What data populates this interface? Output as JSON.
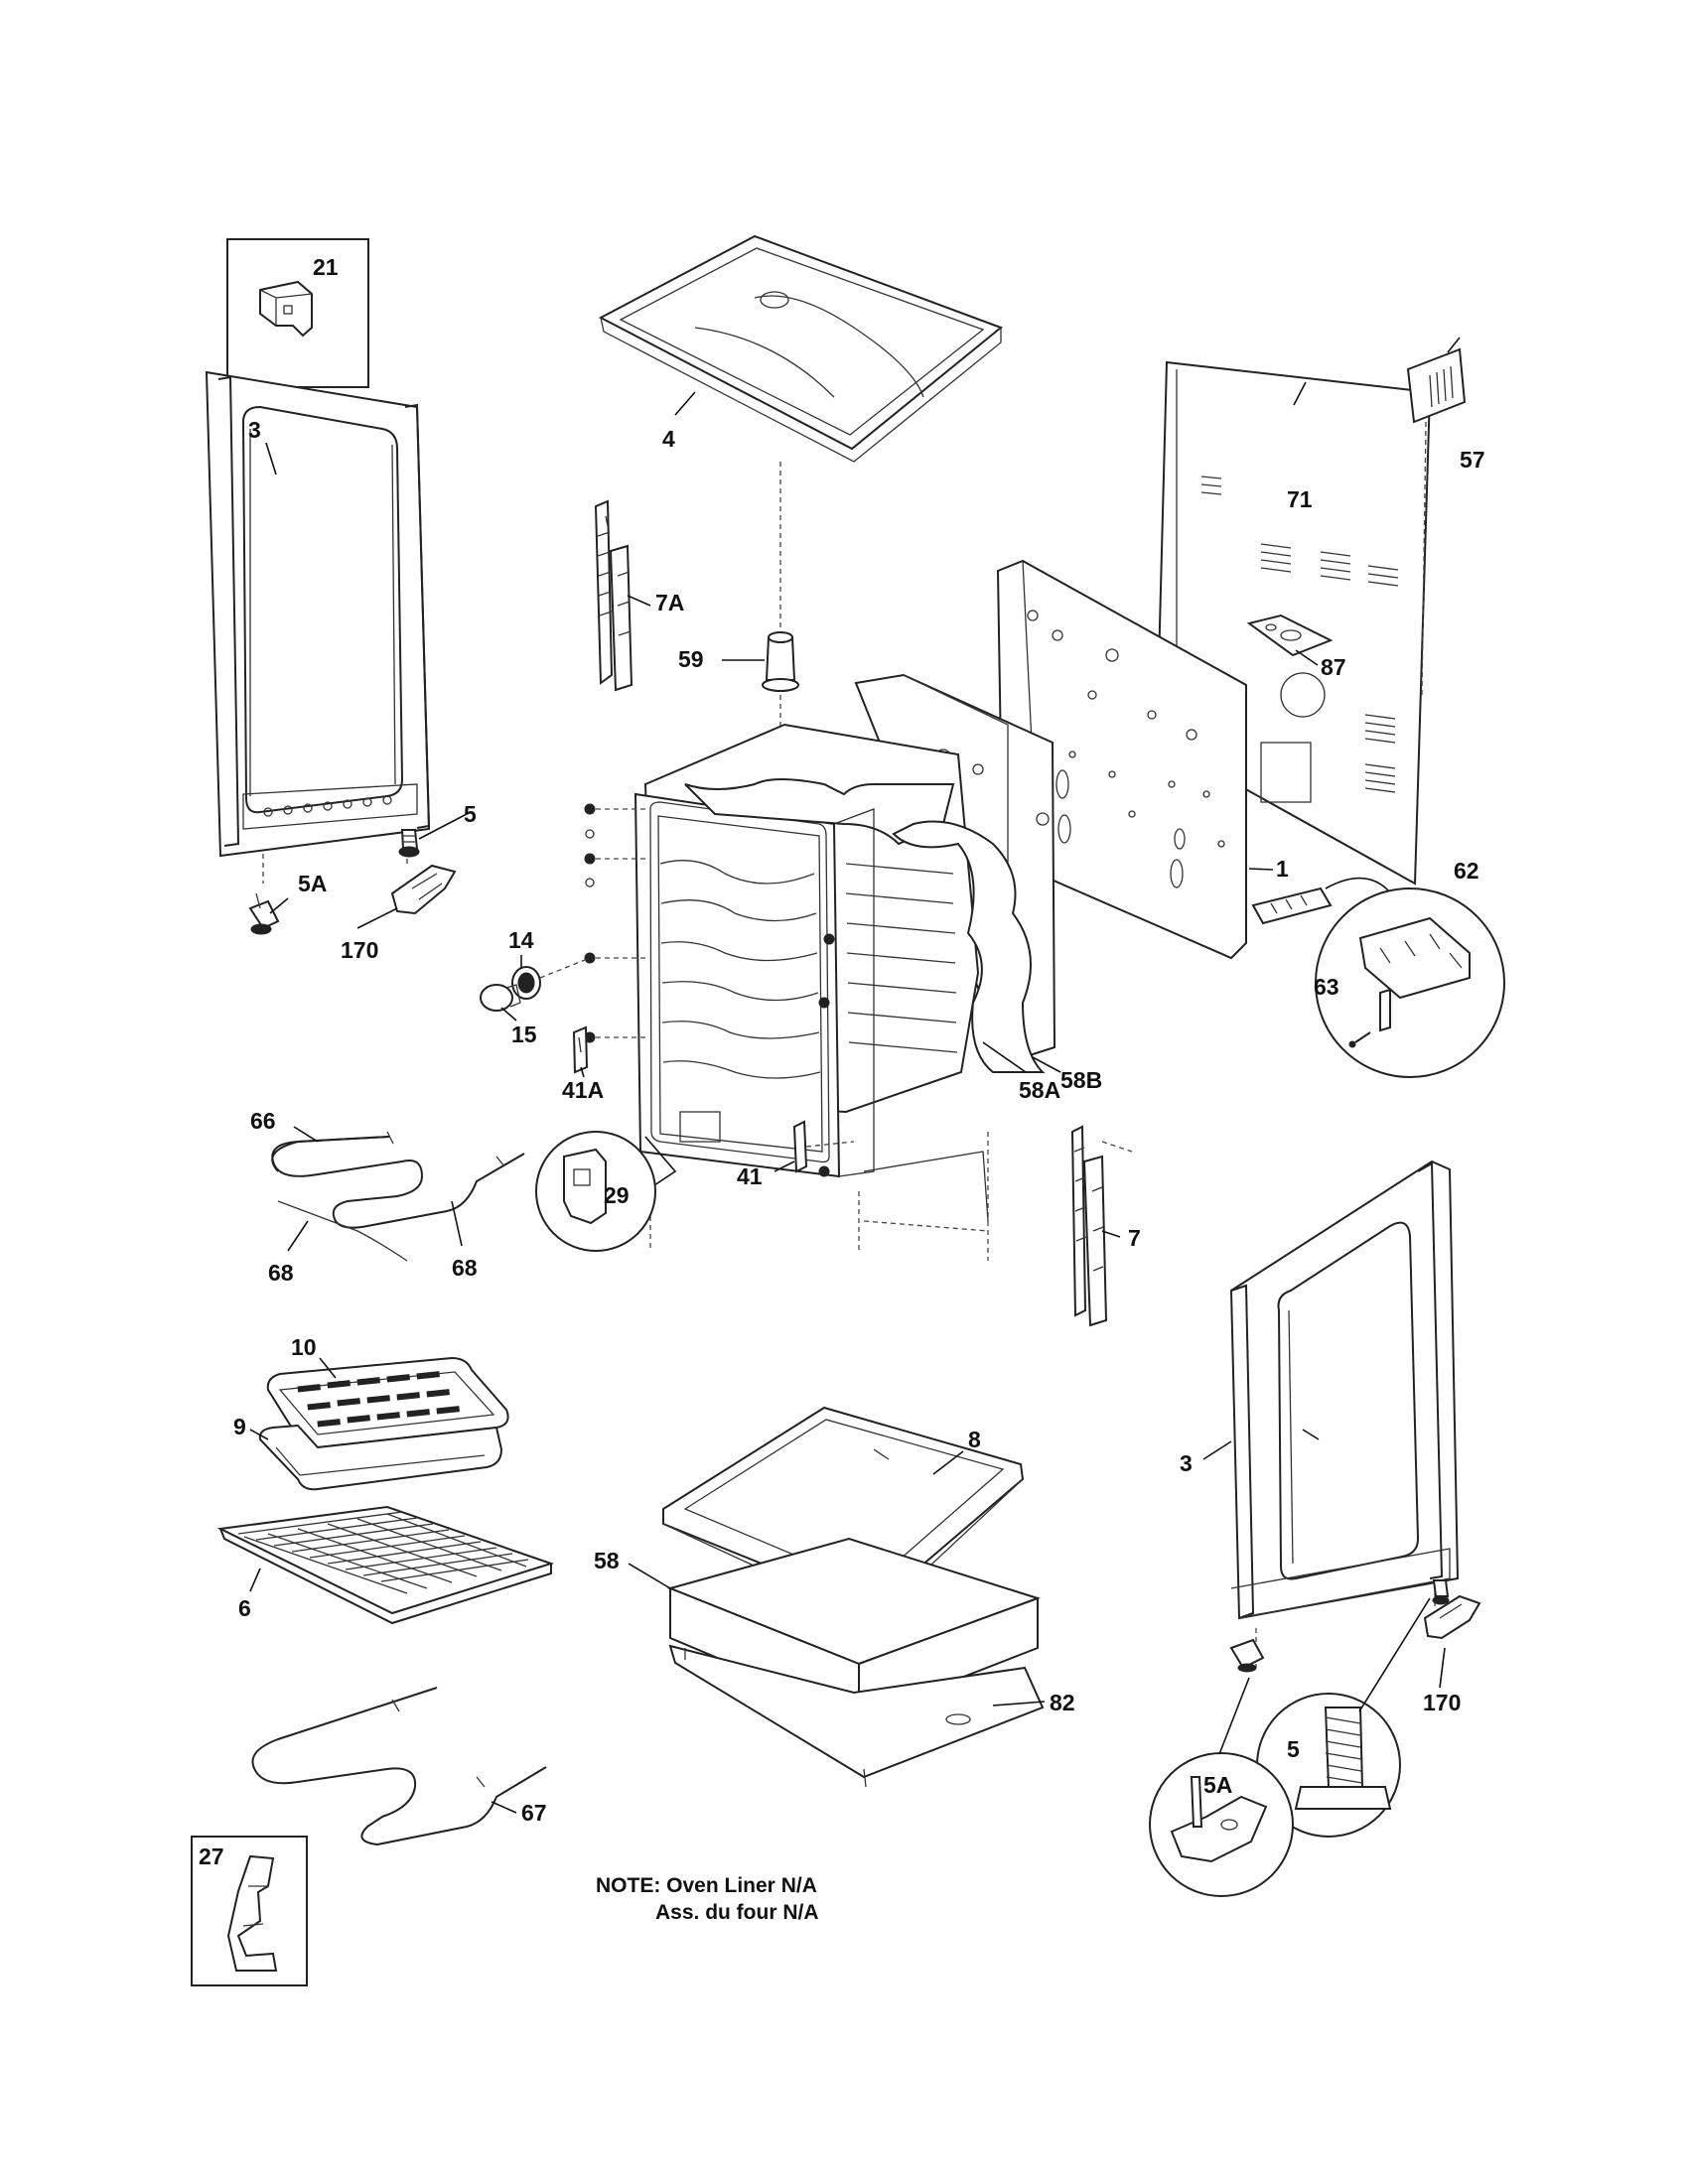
{
  "labels": {
    "l21": "21",
    "l3a": "3",
    "l4": "4",
    "l57": "57",
    "l71": "71",
    "l7A": "7A",
    "l59": "59",
    "l87": "87",
    "l5a": "5",
    "l5Aa": "5A",
    "l170a": "170",
    "l1": "1",
    "l62": "62",
    "l14": "14",
    "l15": "15",
    "l63": "63",
    "l41A": "41A",
    "l58A": "58A",
    "l58B": "58B",
    "l66": "66",
    "l29": "29",
    "l41": "41",
    "l7": "7",
    "l68a": "68",
    "l68b": "68",
    "l10": "10",
    "l8": "8",
    "l9": "9",
    "l3b": "3",
    "l58": "58",
    "l6": "6",
    "l82": "82",
    "l170b": "170",
    "l5b": "5",
    "l5Ab": "5A",
    "l67": "67",
    "l27": "27"
  },
  "note": {
    "line1": "NOTE: Oven Liner N/A",
    "line2": "Ass. du four N/A"
  },
  "colors": {
    "line": "#222222",
    "background": "#ffffff"
  }
}
